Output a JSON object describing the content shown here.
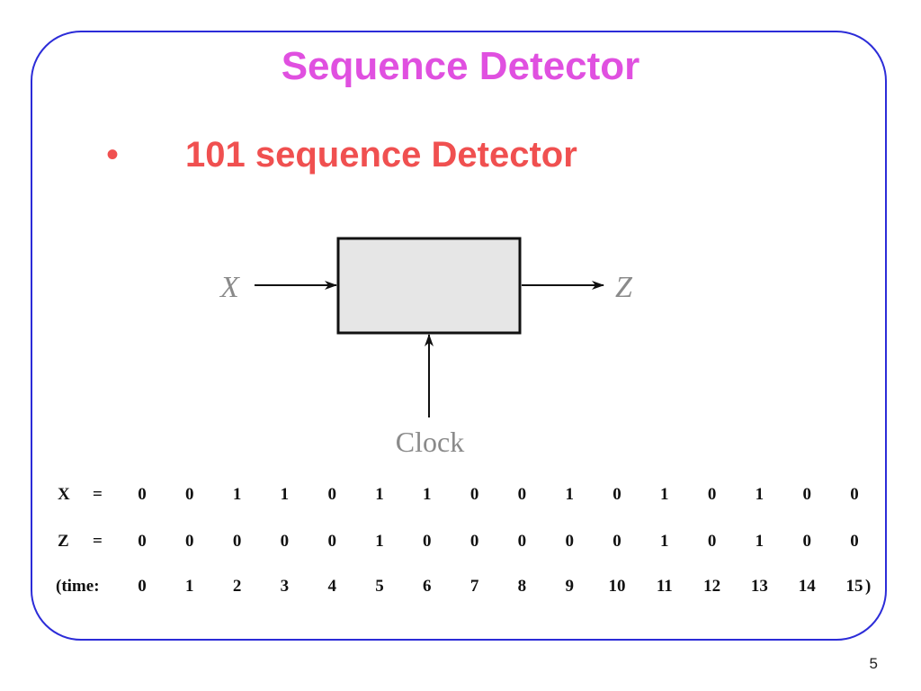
{
  "slide": {
    "title": "Sequence Detector",
    "bullet_symbol": "•",
    "bullet_text": "101 sequence Detector",
    "page_number": "5"
  },
  "diagram": {
    "input_label": "X",
    "output_label": "Z",
    "clock_label": "Clock",
    "box_fill": "#e6e6e6"
  },
  "sequence": {
    "x_row": {
      "name": "X",
      "eq": "=",
      "values": [
        "0",
        "0",
        "1",
        "1",
        "0",
        "1",
        "1",
        "0",
        "0",
        "1",
        "0",
        "1",
        "0",
        "1",
        "0",
        "0"
      ]
    },
    "z_row": {
      "name": "Z",
      "eq": "=",
      "values": [
        "0",
        "0",
        "0",
        "0",
        "0",
        "1",
        "0",
        "0",
        "0",
        "0",
        "0",
        "1",
        "0",
        "1",
        "0",
        "0"
      ]
    },
    "time_row": {
      "prefix": "(time:",
      "values": [
        "0",
        "1",
        "2",
        "3",
        "4",
        "5",
        "6",
        "7",
        "8",
        "9",
        "10",
        "11",
        "12",
        "13",
        "14",
        "15"
      ],
      "suffix": ")"
    }
  },
  "colors": {
    "frame": "#2c2cd8",
    "title": "#e050e0",
    "bullet": "#f05050"
  }
}
